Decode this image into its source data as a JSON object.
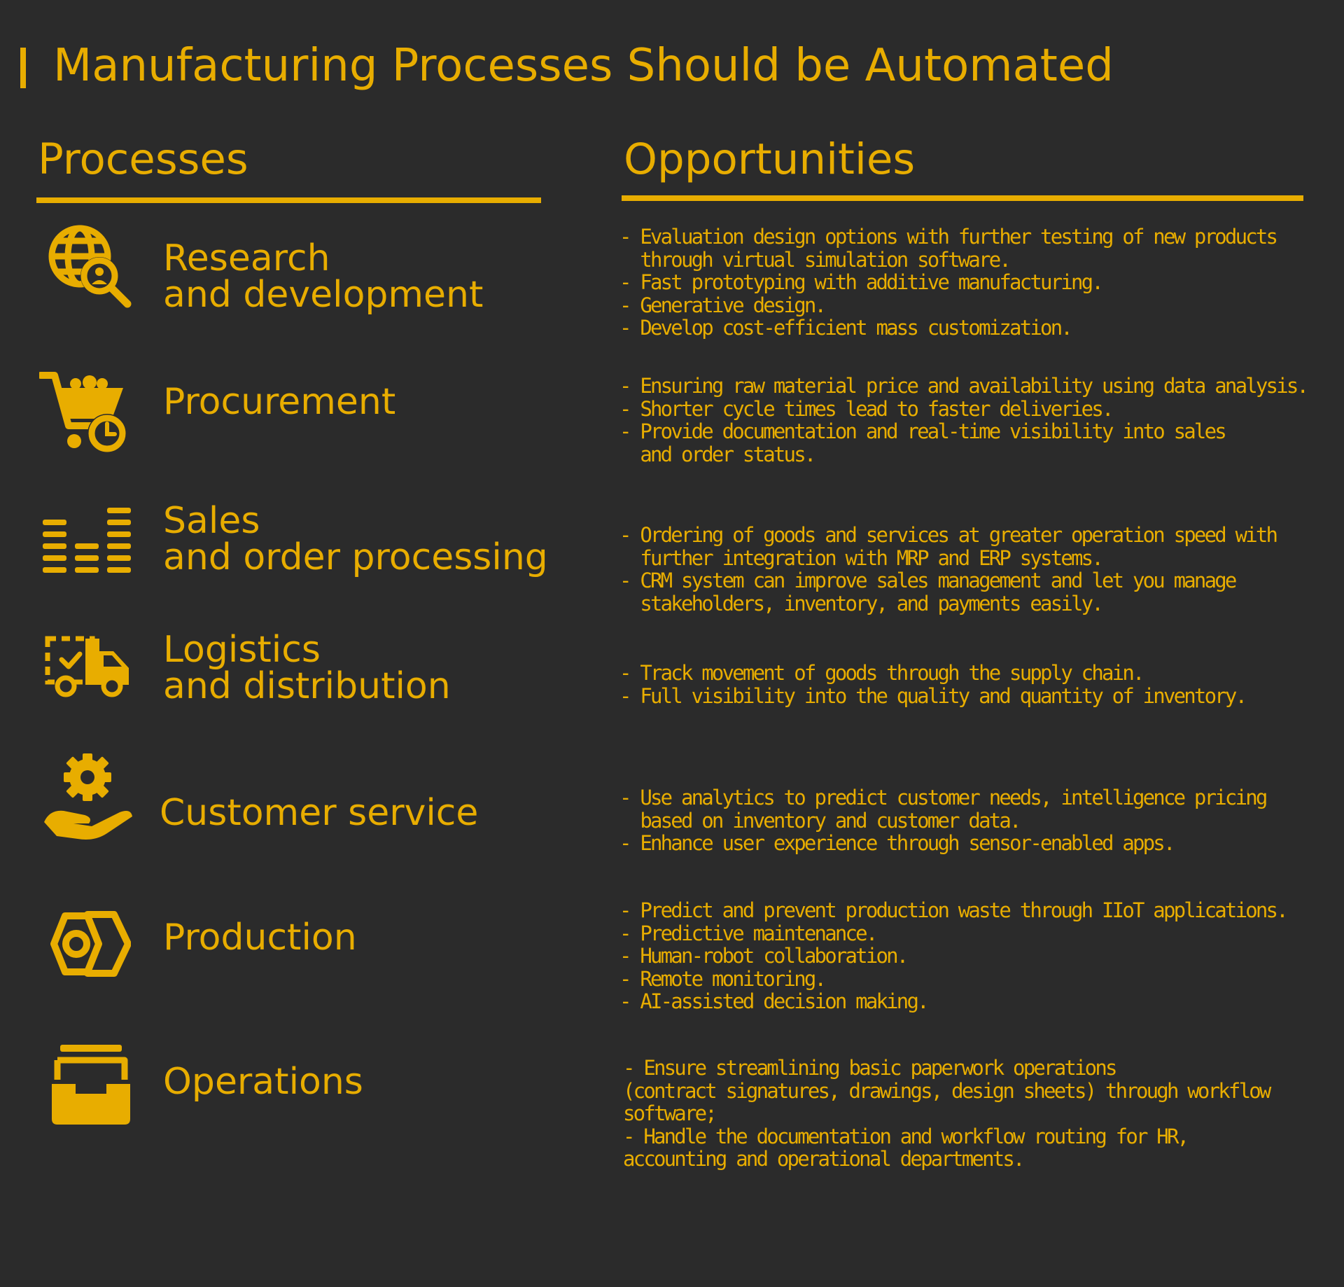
{
  "colors": {
    "background": "#2b2b2b",
    "accent": "#e8ad00"
  },
  "title": "Manufacturing Processes Should be Automated",
  "headers": {
    "processes": "Processes",
    "opportunities": "Opportunities"
  },
  "rows": [
    {
      "icon": "globe-search-icon",
      "label": [
        "Research",
        "and development"
      ],
      "opportunities": [
        "- Evaluation design options with further testing of new products",
        "  through virtual simulation software.",
        "- Fast prototyping with additive manufacturing.",
        "- Generative design.",
        "- Develop cost-efficient mass customization."
      ]
    },
    {
      "icon": "cart-clock-icon",
      "label": [
        "Procurement"
      ],
      "opportunities": [
        "- Ensuring raw material price and availability using data analysis.",
        "- Shorter cycle times lead to faster deliveries.",
        "- Provide documentation and real-time visibility into sales",
        "  and order status."
      ]
    },
    {
      "icon": "stacked-bars-icon",
      "label": [
        "Sales",
        "and order processing"
      ],
      "opportunities": [
        "- Ordering of goods and services at greater operation speed with",
        "  further integration with MRP and ERP systems.",
        "- CRM system can improve sales management and let you manage",
        "  stakeholders, inventory, and payments easily."
      ]
    },
    {
      "icon": "delivery-truck-icon",
      "label": [
        "Logistics",
        "and distribution"
      ],
      "opportunities": [
        "- Track movement of goods through the supply chain.",
        "- Full visibility into the quality and quantity of inventory."
      ]
    },
    {
      "icon": "hand-gear-icon",
      "label": [
        "Customer service"
      ],
      "opportunities": [
        "- Use analytics to predict customer needs, intelligence pricing",
        "  based on inventory and customer data.",
        "- Enhance user experience through sensor-enabled apps."
      ]
    },
    {
      "icon": "hex-nut-icon",
      "label": [
        "Production"
      ],
      "opportunities": [
        "- Predict and prevent production waste through IIoT applications.",
        "- Predictive maintenance.",
        "- Human-robot collaboration.",
        "- Remote monitoring.",
        "- AI-assisted decision making."
      ]
    },
    {
      "icon": "archive-box-icon",
      "label": [
        "Operations"
      ],
      "opportunities": [
        "- Ensure streamlining basic paperwork operations",
        "(contract signatures, drawings, design sheets) through workflow",
        "software;",
        "- Handle the documentation and workflow routing for HR,",
        "accounting and operational departments."
      ]
    }
  ]
}
